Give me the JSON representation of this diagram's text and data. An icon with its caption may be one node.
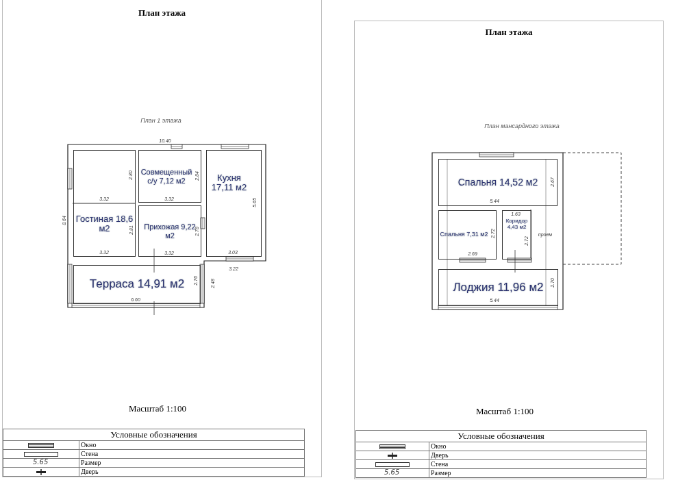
{
  "diagram": {
    "nodes": [
      {
        "text": [
          "План этажа"
        ]
      },
      {
        "text": [
          "Совмещенный с/у 7,12 м2"
        ],
        "in": 0
      },
      {
        "text": [
          "Кухня 17,11 м2"
        ],
        "in": 0
      },
      {
        "text": [
          "Гостиная 18,6 м2"
        ],
        "in": 0
      },
      {
        "text": [
          "Прихожая 9,22 м2"
        ],
        "in": 0
      },
      {
        "text": [
          "Терраса 14,91 м2"
        ],
        "in": 0
      },
      {
        "text": [
          "План этажа"
        ]
      },
      {
        "text": [
          "Спальня 14,52 м2"
        ],
        "in": 6
      },
      {
        "text": [
          "Спальня 7,31 м2"
        ],
        "in": 6
      },
      {
        "text": [
          "Коридор 4,43 м2"
        ],
        "in": 6
      },
      {
        "text": [
          "Лоджия 11,96 м2"
        ],
        "in": 6
      }
    ],
    "edges": [],
    "labels": [
      "План 1 этажа",
      "10.40",
      "2.80",
      "2.84",
      "5.65",
      "3.32",
      "3.32",
      "8.64",
      "2.81",
      "2.78",
      "3.32",
      "3.32",
      "3.03",
      "3.22",
      "2.76",
      "2.48",
      "6.60",
      "Масштаб 1:100",
      "Условные обозначения",
      "5.65",
      "План мансардного этажа",
      "2.67",
      "5.44",
      "1.63",
      "2.72",
      "2.72",
      "проем",
      "2.69",
      "2.70",
      "5.44",
      "Масштаб 1:100",
      "Условные обозначения",
      "5.65"
    ],
    "legend": [
      {
        "text": "Окно"
      },
      {
        "text": "Стена"
      },
      {
        "text": "Размер"
      },
      {
        "text": "Дверь"
      },
      {
        "text": "Окно"
      },
      {
        "text": "Дверь"
      },
      {
        "text": "Стена"
      },
      {
        "text": "Размер"
      }
    ]
  }
}
